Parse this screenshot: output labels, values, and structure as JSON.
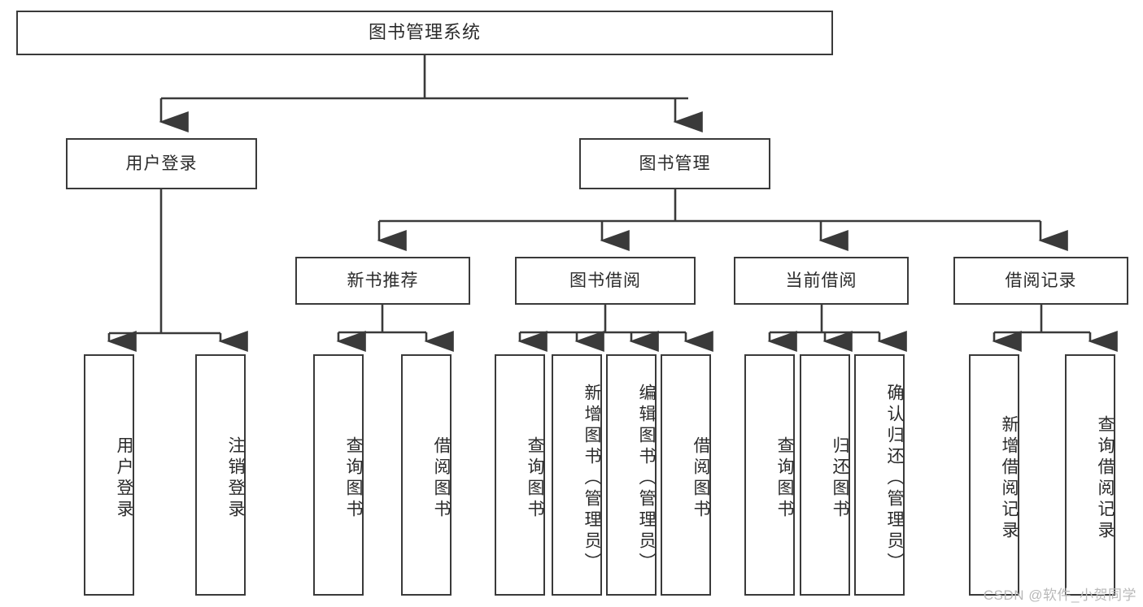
{
  "diagram": {
    "title": "图书管理系统",
    "watermark": "CSDN @软件_小贺同学",
    "line_color": "#3a3a3a",
    "box_fill": "#ffffff",
    "text_color": "#2b2b2b",
    "root": {
      "label": "图书管理系统"
    },
    "level2": [
      {
        "label": "用户登录"
      },
      {
        "label": "图书管理"
      }
    ],
    "level3": [
      {
        "label": "新书推荐"
      },
      {
        "label": "图书借阅"
      },
      {
        "label": "当前借阅"
      },
      {
        "label": "借阅记录"
      }
    ],
    "leaves": {
      "user_login": [
        {
          "label": "用户登录"
        },
        {
          "label": "注销登录"
        }
      ],
      "new_book_recommend": [
        {
          "label": "查询图书"
        },
        {
          "label": "借阅图书"
        }
      ],
      "book_borrow": [
        {
          "label": "查询图书"
        },
        {
          "label": "新增图书（管理员）"
        },
        {
          "label": "编辑图书（管理员）"
        },
        {
          "label": "借阅图书"
        }
      ],
      "current_borrow": [
        {
          "label": "查询图书"
        },
        {
          "label": "归还图书"
        },
        {
          "label": "确认归还（管理员）"
        }
      ],
      "borrow_record": [
        {
          "label": "新增借阅记录"
        },
        {
          "label": "查询借阅记录"
        }
      ]
    }
  }
}
